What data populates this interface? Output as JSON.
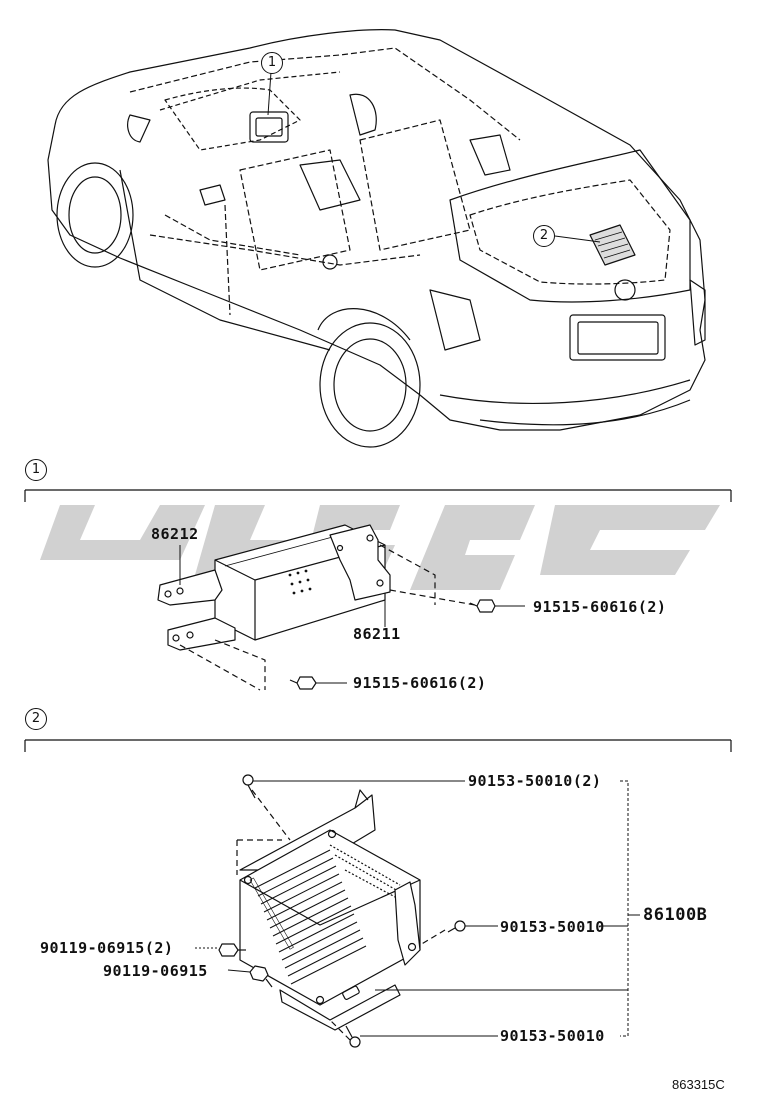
{
  "callouts": {
    "one": "1",
    "two": "2"
  },
  "sections": {
    "one": "1",
    "two": "2"
  },
  "parts": {
    "bracket_upper": "86212",
    "bracket_lower": "86211",
    "bolt_a": "91515-60616(2)",
    "bolt_b": "91515-60616(2)",
    "screw_top": "90153-50010(2)",
    "screw_mid": "90153-50010",
    "screw_bottom": "90153-50010",
    "assembly": "86100B",
    "bolt_c": "90119-06915(2)",
    "bolt_d": "90119-06915"
  },
  "figure_code": "863315C"
}
